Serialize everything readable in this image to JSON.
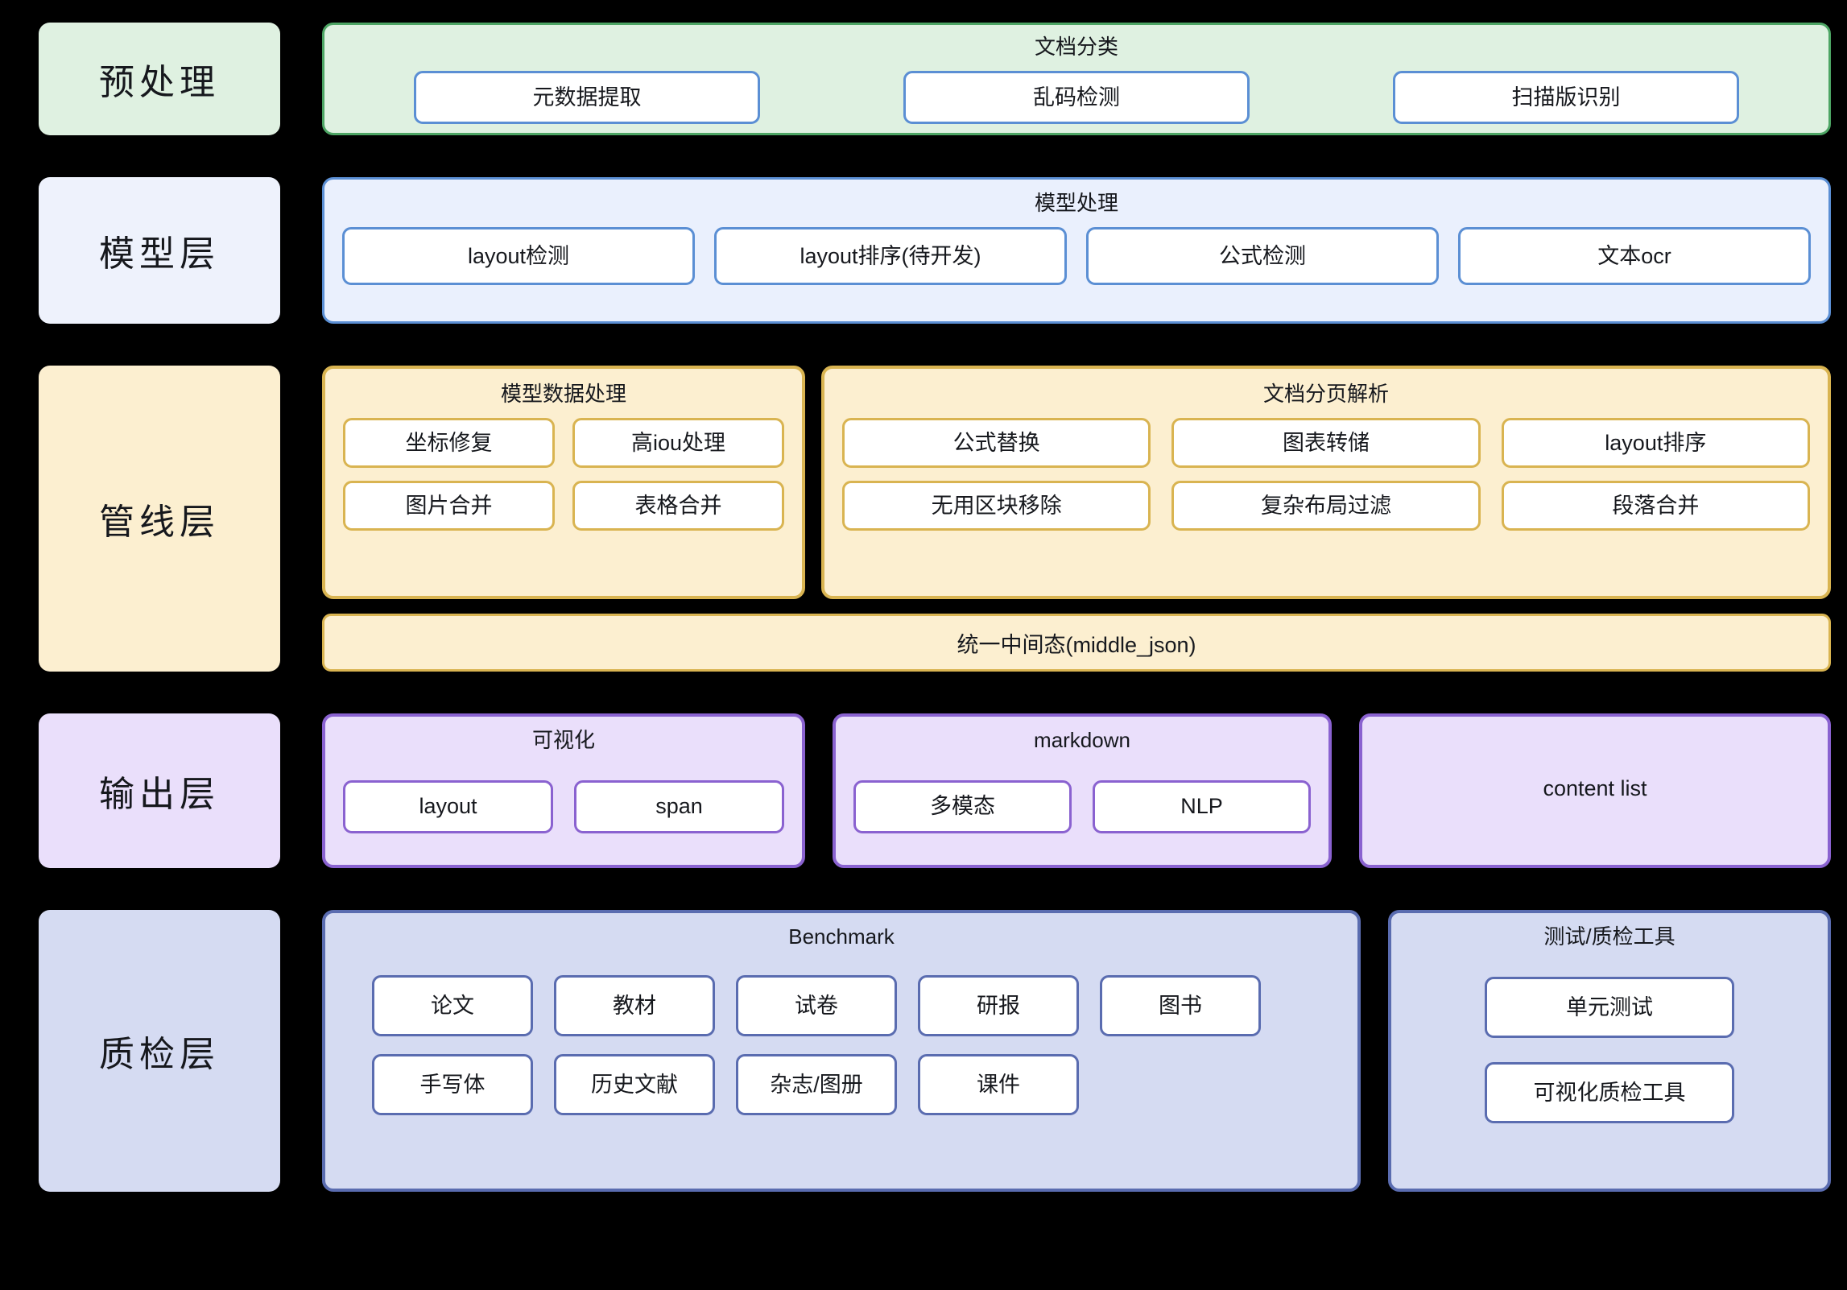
{
  "layers": [
    {
      "id": "preprocess",
      "label": "预处理",
      "groups": [
        {
          "title": "文档分类",
          "items": [
            "元数据提取",
            "乱码检测",
            "扫描版识别"
          ]
        }
      ]
    },
    {
      "id": "model",
      "label": "模型层",
      "groups": [
        {
          "title": "模型处理",
          "items": [
            "layout检测",
            "layout排序(待开发)",
            "公式检测",
            "文本ocr"
          ]
        }
      ]
    },
    {
      "id": "pipeline",
      "label": "管线层",
      "groups": [
        {
          "title": "模型数据处理",
          "items": [
            "坐标修复",
            "高iou处理",
            "图片合并",
            "表格合并"
          ]
        },
        {
          "title": "文档分页解析",
          "items": [
            "公式替换",
            "图表转储",
            "layout排序",
            "无用区块移除",
            "复杂布局过滤",
            "段落合并"
          ]
        }
      ],
      "middle_state": "统一中间态(middle_json)"
    },
    {
      "id": "output",
      "label": "输出层",
      "groups": [
        {
          "title": "可视化",
          "items": [
            "layout",
            "span"
          ]
        },
        {
          "title": "markdown",
          "items": [
            "多模态",
            "NLP"
          ]
        },
        {
          "title": "content list",
          "items": []
        }
      ]
    },
    {
      "id": "qa",
      "label": "质检层",
      "groups": [
        {
          "title": "Benchmark",
          "items_row1": [
            "论文",
            "教材",
            "试卷",
            "研报",
            "图书"
          ],
          "items_row2": [
            "手写体",
            "历史文献",
            "杂志/图册",
            "课件"
          ]
        },
        {
          "title": "测试/质检工具",
          "items": [
            "单元测试",
            "可视化质检工具"
          ]
        }
      ]
    }
  ],
  "colors": {
    "background": "#000000",
    "green_fill": "#dff1e1",
    "green_border": "#4da564",
    "blue_fill": "#eaf0fd",
    "blue_border": "#5b8fd4",
    "yellow_fill": "#fcefd0",
    "yellow_border": "#d9b451",
    "purple_fill": "#eadffb",
    "purple_border": "#8a62d0",
    "qa_fill": "#d5dbf2",
    "qa_border": "#5a6cb0",
    "text": "#16181d"
  }
}
